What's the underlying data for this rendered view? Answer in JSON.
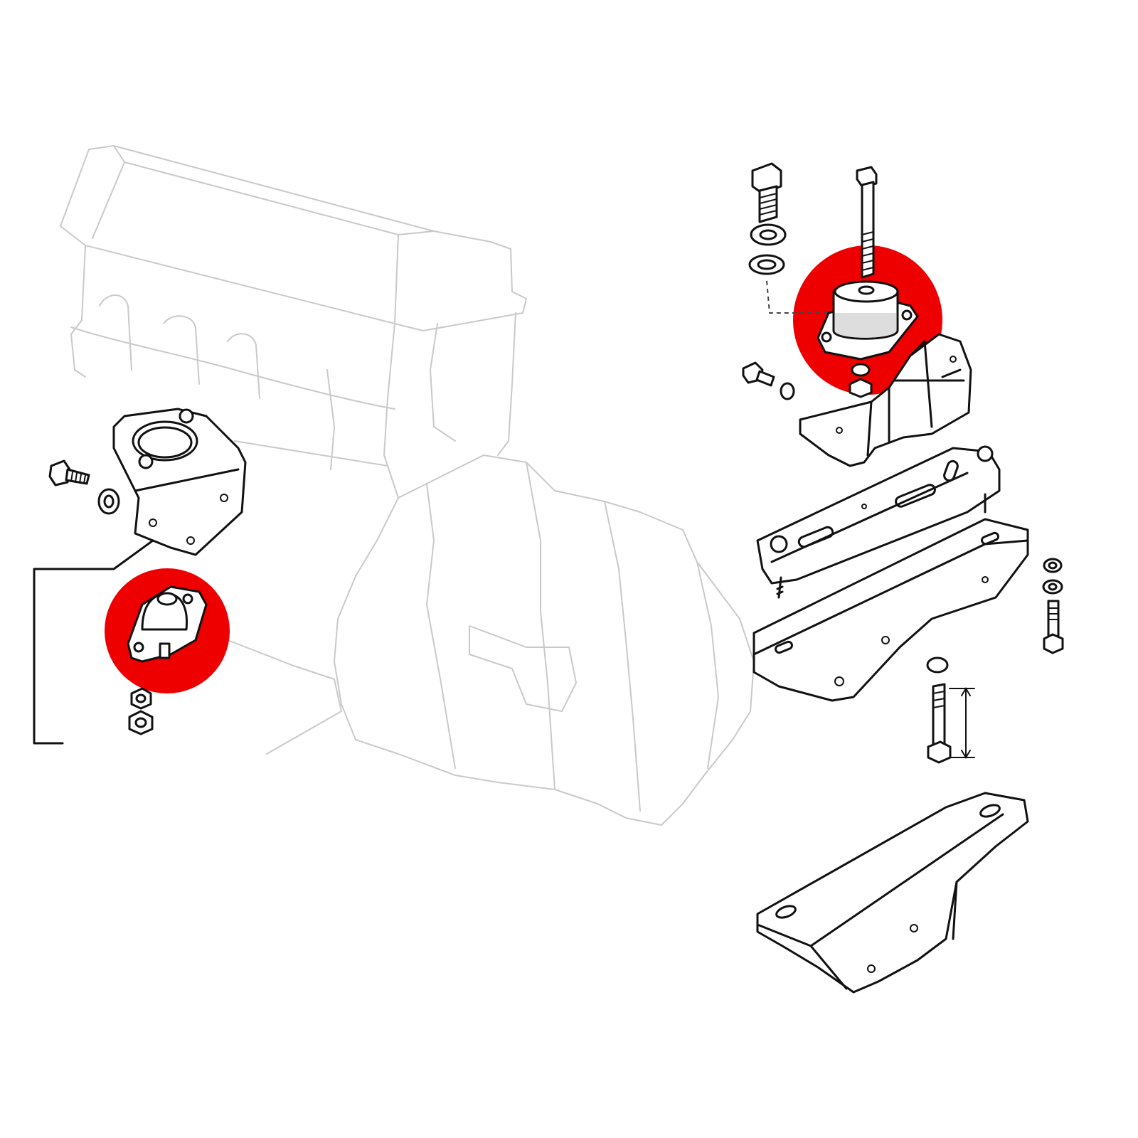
{
  "diagram": {
    "highlight_color": "#ee0000",
    "line_color": "#111111",
    "ghost_line_color": "#c9c9c9",
    "background": "#ffffff",
    "highlighted_parts": [
      "engine-mount-rubber",
      "gearbox-mount-rubber"
    ],
    "parts": [
      "engine-block-outline",
      "gearbox-outline",
      "left-engine-bracket",
      "left-engine-mount",
      "right-gearbox-mount",
      "gearbox-bracket",
      "crossmember",
      "lower-bracket",
      "bolts",
      "washers",
      "nuts"
    ]
  }
}
